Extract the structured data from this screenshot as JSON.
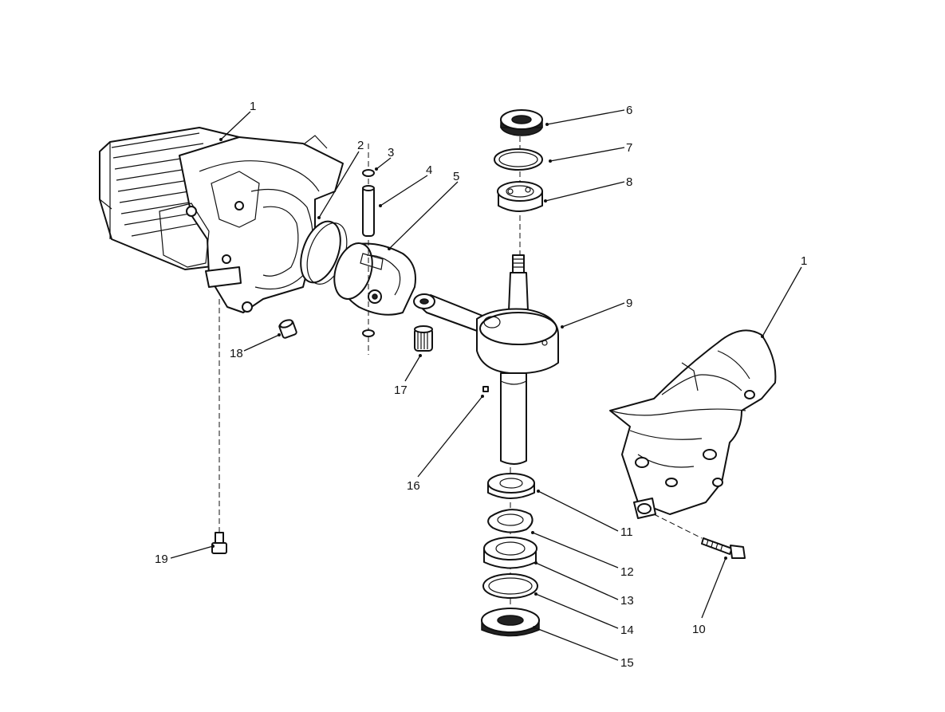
{
  "diagram": {
    "callouts": [
      {
        "id": "c1a",
        "label": "1"
      },
      {
        "id": "c2",
        "label": "2"
      },
      {
        "id": "c3",
        "label": "3"
      },
      {
        "id": "c4",
        "label": "4"
      },
      {
        "id": "c5",
        "label": "5"
      },
      {
        "id": "c6",
        "label": "6"
      },
      {
        "id": "c7",
        "label": "7"
      },
      {
        "id": "c8",
        "label": "8"
      },
      {
        "id": "c9",
        "label": "9"
      },
      {
        "id": "c1b",
        "label": "1"
      },
      {
        "id": "c10",
        "label": "10"
      },
      {
        "id": "c11",
        "label": "11"
      },
      {
        "id": "c12",
        "label": "12"
      },
      {
        "id": "c13",
        "label": "13"
      },
      {
        "id": "c14",
        "label": "14"
      },
      {
        "id": "c15",
        "label": "15"
      },
      {
        "id": "c16",
        "label": "16"
      },
      {
        "id": "c17",
        "label": "17"
      },
      {
        "id": "c18",
        "label": "18"
      },
      {
        "id": "c19",
        "label": "19"
      }
    ]
  }
}
